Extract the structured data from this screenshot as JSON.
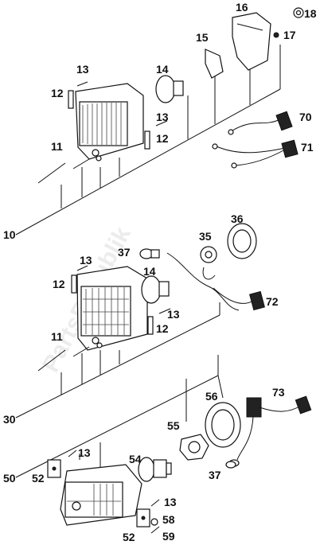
{
  "watermark": "PartsRepublik",
  "groups": [
    {
      "name": "headlight-assembly-upper",
      "ref_label": "10"
    },
    {
      "name": "headlight-assembly-middle",
      "ref_label": "30"
    },
    {
      "name": "headlight-assembly-lower",
      "ref_label": "50"
    }
  ],
  "callouts": {
    "c11a": "11",
    "c12a": "12",
    "c13a": "13",
    "c13b": "13",
    "c12b": "12",
    "c14a": "14",
    "c15": "15",
    "c16": "16",
    "c17": "17",
    "c18": "18",
    "c70": "70",
    "c71": "71",
    "c36": "36",
    "c35": "35",
    "c37a": "37",
    "c13c": "13",
    "c12c": "12",
    "c14b": "14",
    "c13d": "13",
    "c12d": "12",
    "c11b": "11",
    "c72": "72",
    "c56": "56",
    "c73": "73",
    "c55": "55",
    "c54": "54",
    "c13e": "13",
    "c52a": "52",
    "c13f": "13",
    "c52b": "52",
    "c58": "58",
    "c59": "59",
    "c37b": "37"
  }
}
